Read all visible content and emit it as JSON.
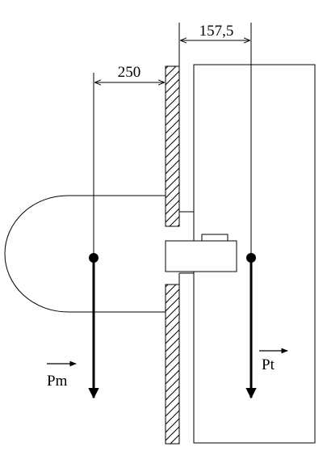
{
  "diagram": {
    "dimensions": [
      {
        "id": "left",
        "text": "250"
      },
      {
        "id": "right",
        "text": "157,5"
      }
    ],
    "forces": [
      {
        "id": "motor",
        "label": "Pm"
      },
      {
        "id": "transmission",
        "label": "Pt"
      }
    ],
    "colors": {
      "stroke": "#000000",
      "background": "#ffffff"
    }
  }
}
